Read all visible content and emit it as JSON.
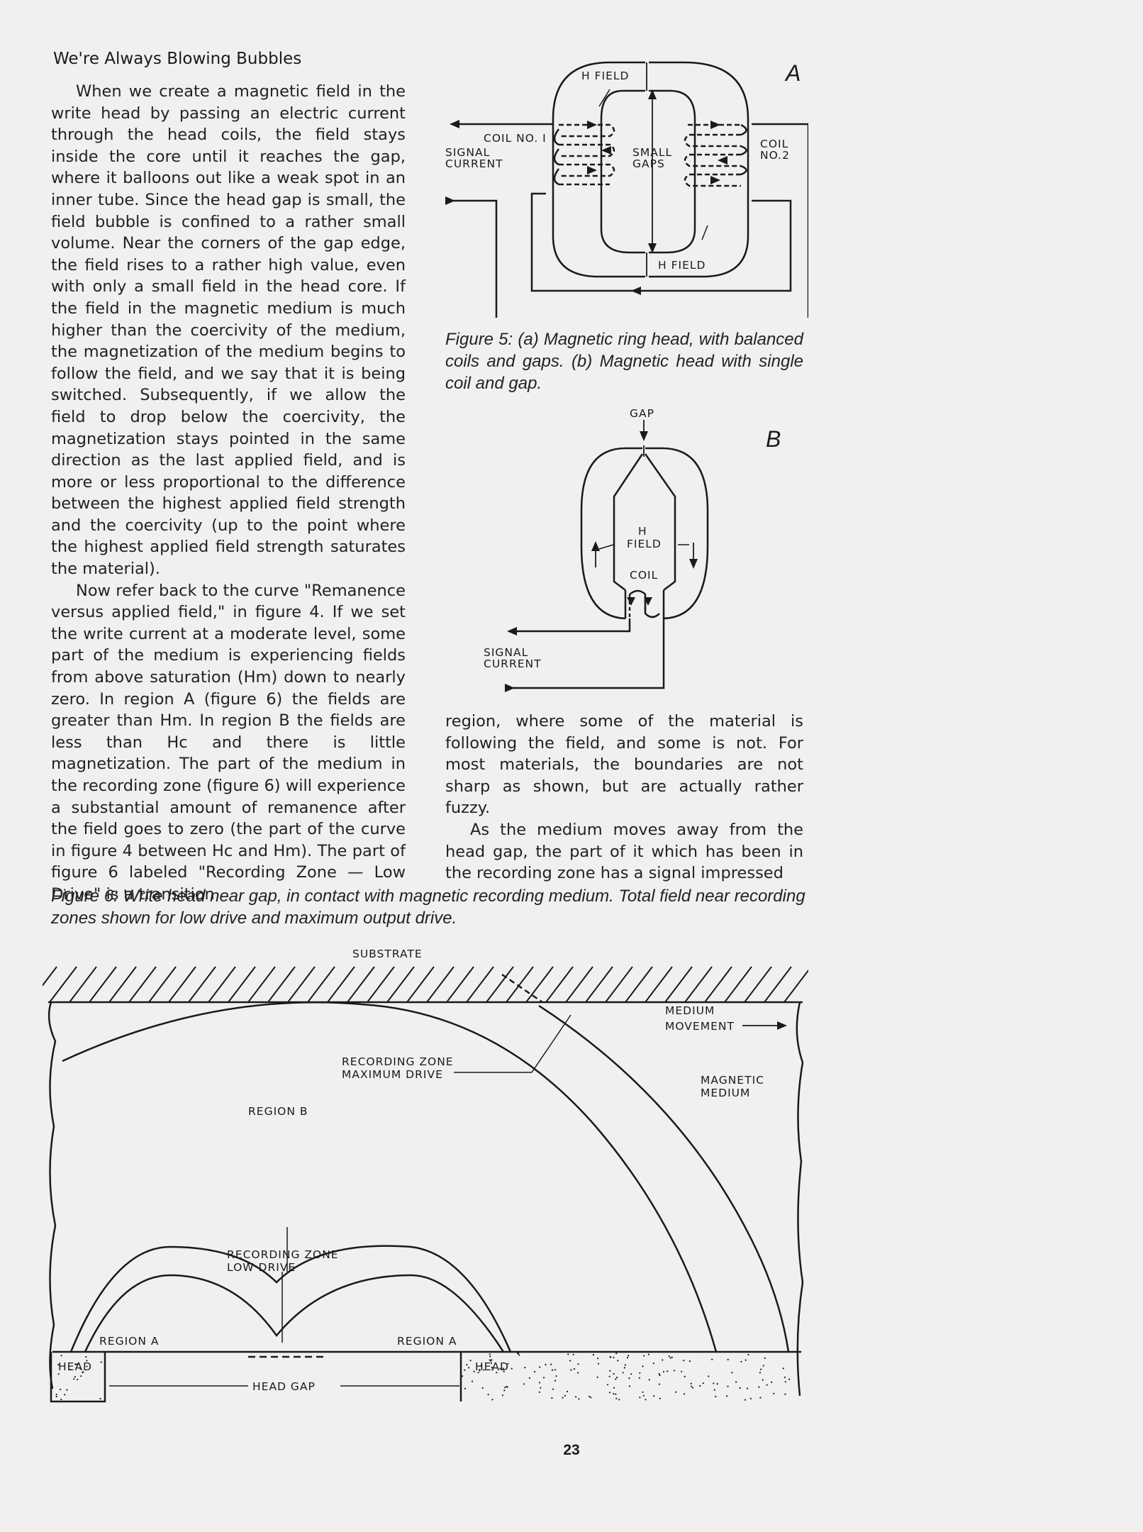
{
  "section_heading": "We're Always Blowing Bubbles",
  "left_paragraphs": [
    "When we create a magnetic field in the write head by passing an electric current through the head coils, the field stays inside the core until it reaches the gap, where it balloons out like a weak spot in an inner tube. Since the head gap is small, the field bubble is confined to a rather small volume. Near the corners of the gap edge, the field rises to a rather high value, even with only a small field in the head core. If the field in the magnetic medium is much higher than the coercivity of the medium, the magnetization of the medium begins to follow the field, and we say that it is being switched. Subsequently, if we allow the field to drop below the coercivity, the magnetization stays pointed in the same direction as the last applied field, and is more or less proportional to the difference between the highest applied field strength and the coercivity (up to the point where the highest applied field strength saturates the material).",
    "Now refer back to the curve \"Remanence versus applied field,\" in figure 4. If we set the write current at a moderate level, some part of the medium is experiencing fields from above saturation (Hm) down to nearly zero. In region A (figure 6) the fields are greater than Hm. In region B the fields are less than Hc and there is little magnetization. The part of the medium in the recording zone (figure 6) will experience a substantial amount of remanence after the field goes to zero (the part of the curve in figure 4 between Hc and Hm). The part of figure 6 labeled \"Recording Zone — Low Drive\" is a transition"
  ],
  "right_paragraphs": [
    "region, where some of the material is following the field, and some is not. For most materials, the boundaries are not sharp as shown, but are actually rather fuzzy.",
    "As the medium moves away from the head gap, the part of it which has been in the recording zone has a signal impressed"
  ],
  "figure5": {
    "caption": "Figure 5: (a) Magnetic ring head, with balanced coils and gaps. (b) Magnetic head with single coil and gap.",
    "a": {
      "panel_label": "A",
      "h_field_top": "H FIELD",
      "h_field_bottom": "H FIELD",
      "coil1": "COIL NO. I",
      "signal_current": [
        "SIGNAL",
        "CURRENT"
      ],
      "small_gaps": [
        "SMALL",
        "GAPS"
      ],
      "coil2": [
        "COIL",
        "NO.2"
      ]
    },
    "b": {
      "panel_label": "B",
      "gap": "GAP",
      "h_field": [
        "H",
        "FIELD"
      ],
      "coil": "COIL",
      "signal_current": [
        "SIGNAL",
        "CURRENT"
      ]
    }
  },
  "figure6": {
    "caption": "Figure 6: Write head near gap, in contact with magnetic recording medium. Total field near recording zones shown for low drive and maximum output drive.",
    "substrate": "SUBSTRATE",
    "medium_movement": [
      "MEDIUM",
      "MOVEMENT"
    ],
    "magnetic_medium": [
      "MAGNETIC",
      "MEDIUM"
    ],
    "rz_max": [
      "RECORDING ZONE",
      "MAXIMUM DRIVE"
    ],
    "region_b": "REGION B",
    "rz_low": [
      "RECORDING ZONE",
      "LOW DRIVE"
    ],
    "region_a_left": "REGION A",
    "region_a_right": "REGION A",
    "head_left": "HEAD",
    "head_right": "HEAD",
    "head_gap": "HEAD GAP"
  },
  "page_number": "23"
}
